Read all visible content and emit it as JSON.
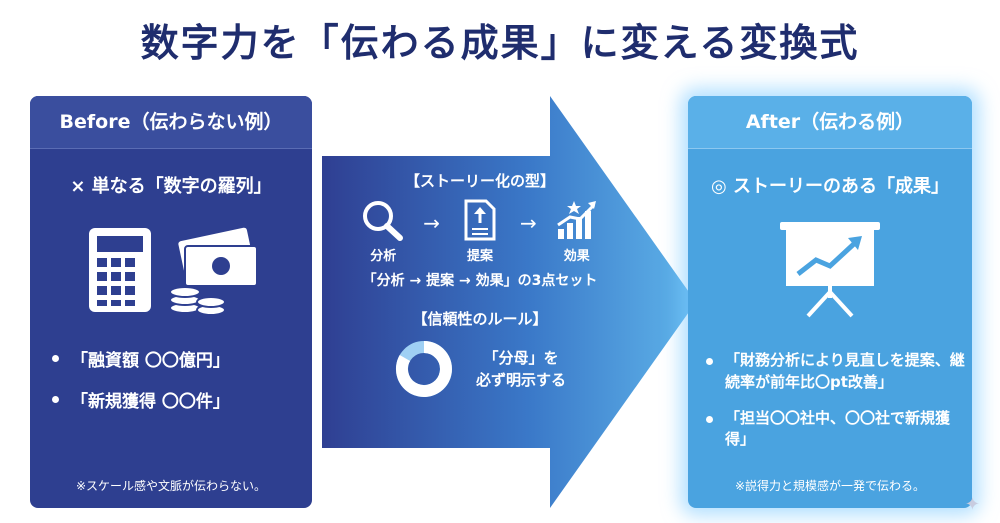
{
  "title": "数字力を「伝わる成果」に変える変換式",
  "before": {
    "heading": "Before（伝わらない例）",
    "subheading": "× 単なる「数字の羅列」",
    "icons": [
      "calculator-icon",
      "money-icon"
    ],
    "items": [
      "「融資額 〇〇億円」",
      "「新規獲得 〇〇件」"
    ],
    "note": "※スケール感や文脈が伝わらない。"
  },
  "middle": {
    "story_title": "【ストーリー化の型】",
    "steps": [
      {
        "label": "分析",
        "icon": "magnifier-icon"
      },
      {
        "label": "提案",
        "icon": "document-icon"
      },
      {
        "label": "効果",
        "icon": "growth-chart-icon"
      }
    ],
    "step_arrow": "→",
    "three_point": "「分析 → 提案 → 効果」の3点セット",
    "rule_title": "【信頼性のルール】",
    "rule_text_1": "「分母」を",
    "rule_text_2": "必ず明示する"
  },
  "after": {
    "heading": "After（伝わる例）",
    "subheading": "◎ ストーリーのある「成果」",
    "items": [
      "「財務分析により見直しを提案、継続率が前年比〇pt改善」",
      "「担当〇〇社中、〇〇社で新規獲得」"
    ],
    "note": "※説得力と規模感が一発で伝わる。"
  },
  "colors": {
    "title": "#1f2d6e",
    "before_bg": "#2e3f90",
    "arrow_start": "#2f3f92",
    "arrow_end": "#5fb4ea",
    "after_bg": "#4aa3e0"
  }
}
